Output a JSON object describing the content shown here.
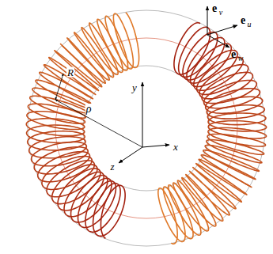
{
  "diagram": {
    "labels": [
      "e",
      "v",
      "e",
      "u",
      "e",
      "w",
      "R",
      "ρ",
      "y",
      "x",
      "z"
    ]
  }
}
